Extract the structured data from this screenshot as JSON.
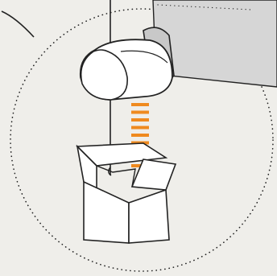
{
  "illustration": {
    "colors": {
      "background": "#efeeea",
      "lens_fill": "#ffffff",
      "detail_fill": "#d6d6d6",
      "outline": "#222222",
      "accent_dashes": "#ef8a1f",
      "box_fill": "#ffffff"
    },
    "dash_count": 9,
    "icons": {
      "magnifier": "dotted-magnifier-circle",
      "pendant": "pendant-lamp-on-cord",
      "box": "open-cardboard-box",
      "indicator": "orange-dash-stack"
    }
  }
}
